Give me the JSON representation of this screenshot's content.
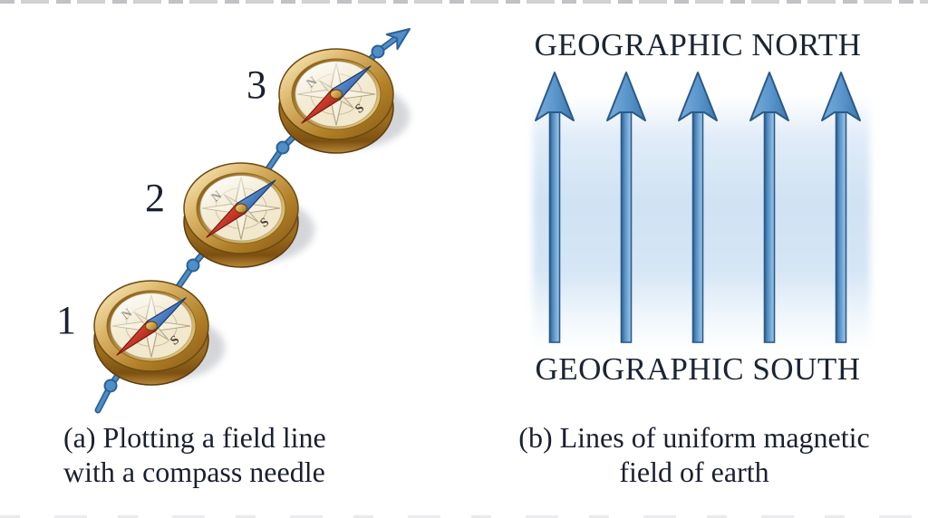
{
  "figure": {
    "panel_a": {
      "caption_line1": "(a) Plotting a field line",
      "caption_line2": "with a compass needle",
      "compass_labels": [
        "1",
        "2",
        "3"
      ],
      "dial_letter_n": "N",
      "dial_letter_s": "S"
    },
    "panel_b": {
      "north_label": "GEOGRAPHIC NORTH",
      "south_label": "GEOGRAPHIC SOUTH",
      "caption_line1": "(b) Lines of uniform magnetic",
      "caption_line2": "field of earth",
      "arrow_count": "5"
    },
    "colors": {
      "field_line": "#4e8fc9",
      "line_outline": "#2e6094",
      "arrow_fill": "#5b97cd",
      "arrow_outline": "#2a5a8a",
      "backdrop_blue": "#cfe0f2",
      "brass": "#d9b269",
      "needle_north": "#3c72bf",
      "needle_south": "#cd3227",
      "text_navy": "#1b2433"
    }
  }
}
